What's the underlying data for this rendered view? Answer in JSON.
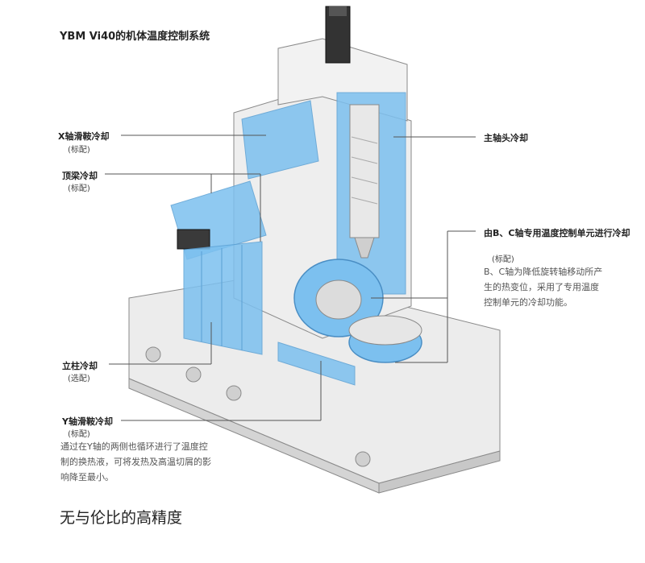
{
  "title": "YBM Vi40的机体温度控制系统",
  "callouts": {
    "x_saddle": {
      "label": "X轴滑鞍冷却",
      "sub": "(标配)"
    },
    "top_beam": {
      "label": "顶梁冷却",
      "sub": "(标配)"
    },
    "column": {
      "label": "立柱冷却",
      "sub": "(选配)"
    },
    "y_saddle": {
      "label": "Y轴滑鞍冷却",
      "sub": "(标配)",
      "desc": "通过在Y轴的两侧也循环进行了温度控制的换热液，可将发热及高温切屑的影响降至最小。"
    },
    "spindle_head": {
      "label": "主轴头冷却"
    },
    "bc_axis": {
      "label": "由B、C轴专用温度控制单元进行冷却",
      "sub": "(标配)",
      "desc": "B、C轴为降低旋转轴移动所产生的热变位，采用了专用温度控制单元的冷却功能。"
    }
  },
  "heading": "无与伦比的高精度",
  "colors": {
    "coolant": "#7cc0ef",
    "machine": "#e6e6e6",
    "outline": "#8a8a8a"
  }
}
